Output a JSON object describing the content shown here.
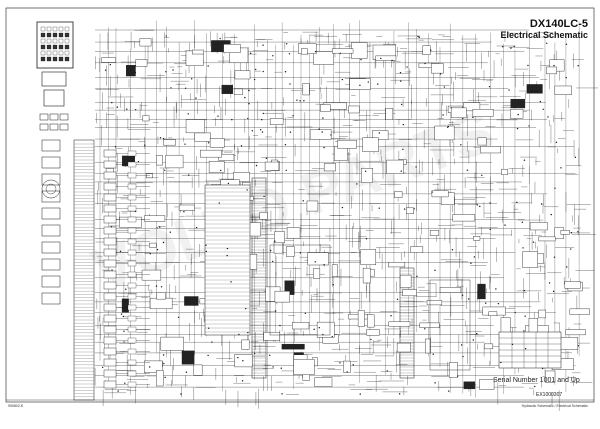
{
  "title": {
    "model": "DX140LC-5",
    "name": "Electrical Schematic"
  },
  "serial": "Serial Number 1001 and Up",
  "drawing_number": "EX1000307",
  "footer": {
    "left": "950802-E",
    "right": "Hydraulic Schematic / Electrical Schematic"
  },
  "colors": {
    "line": "#1a1a1a",
    "watermark": "#d9d9d9"
  },
  "watermark_text": "VOLVO PARTS"
}
